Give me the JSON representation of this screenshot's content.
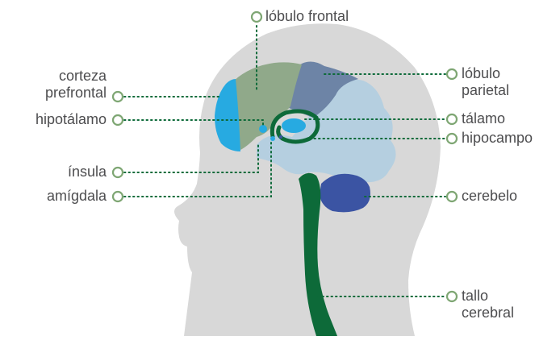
{
  "diagram": {
    "colors": {
      "head_silhouette": "#d8d8d8",
      "frontal_lobe": "#90a98a",
      "prefrontal_cortex": "#27aae1",
      "parietal_lobe": "#6d84a6",
      "temporal_occipital": "#b5cfe0",
      "cerebellum": "#3b54a3",
      "brainstem": "#0d6a39",
      "hippocampus_outline": "#0d6a39",
      "thalamus": "#27aae1",
      "leader_line": "#0d6a39",
      "marker_circle": "#7ea673",
      "label_text": "#4d4d4f"
    },
    "labels": [
      {
        "id": "lobulo-frontal",
        "lines": [
          "lóbulo frontal"
        ]
      },
      {
        "id": "corteza-prefrontal",
        "lines": [
          "corteza",
          "prefrontal"
        ]
      },
      {
        "id": "hipotalamo",
        "lines": [
          "hipotálamo"
        ]
      },
      {
        "id": "insula",
        "lines": [
          "ínsula"
        ]
      },
      {
        "id": "amigdala",
        "lines": [
          "amígdala"
        ]
      },
      {
        "id": "lobulo-parietal",
        "lines": [
          "lóbulo",
          "parietal"
        ]
      },
      {
        "id": "talamo",
        "lines": [
          "tálamo"
        ]
      },
      {
        "id": "hipocampo",
        "lines": [
          "hipocampo"
        ]
      },
      {
        "id": "cerebelo",
        "lines": [
          "cerebelo"
        ]
      },
      {
        "id": "tallo-cerebral",
        "lines": [
          "tallo",
          "cerebral"
        ]
      }
    ]
  }
}
